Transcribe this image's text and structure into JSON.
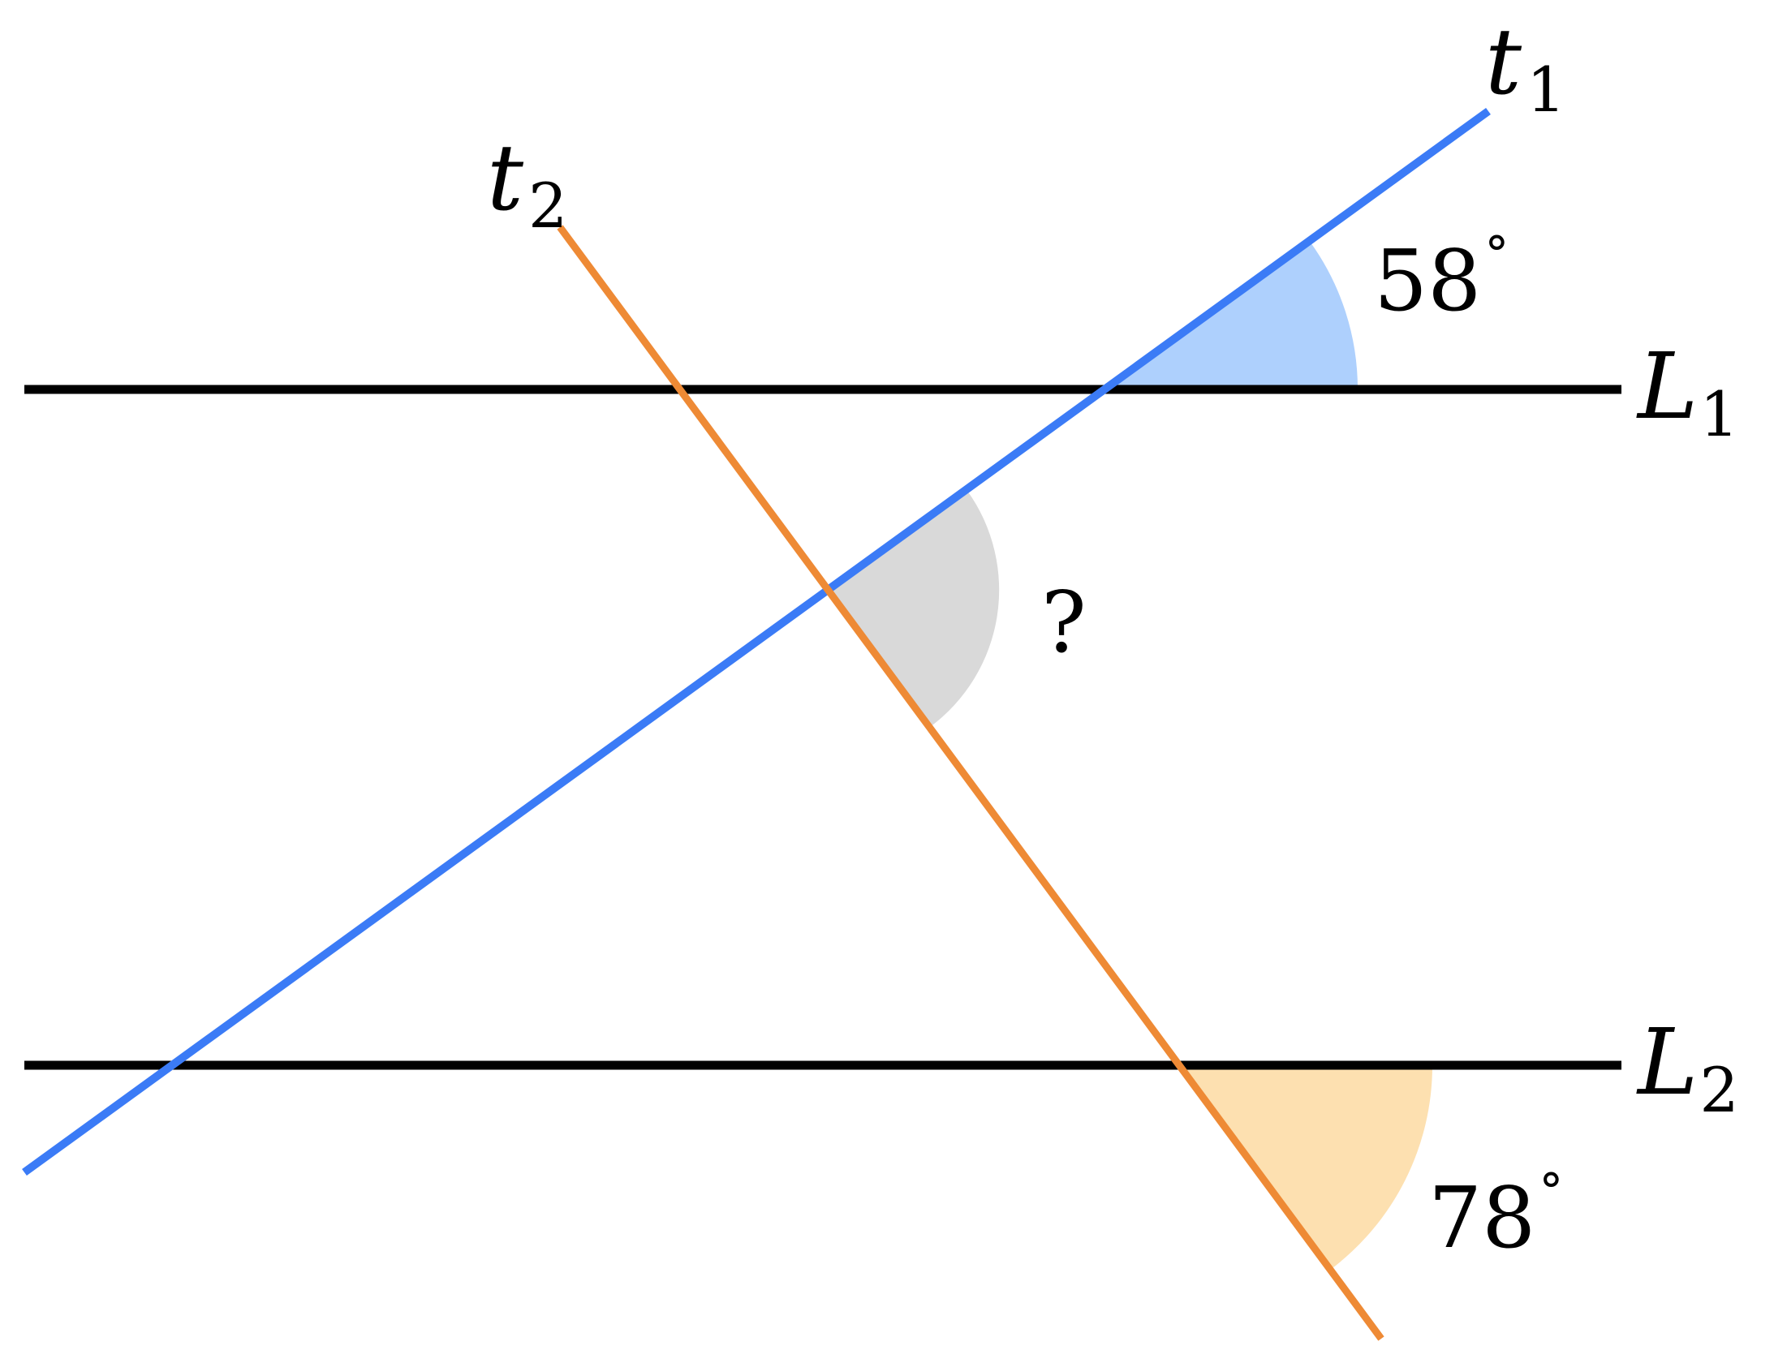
{
  "labels": {
    "t1": {
      "main": "t",
      "sub": "1"
    },
    "t2": {
      "main": "t",
      "sub": "2"
    },
    "L1": {
      "main": "L",
      "sub": "1"
    },
    "L2": {
      "main": "L",
      "sub": "2"
    }
  },
  "angles": {
    "top": {
      "value": "58",
      "degree": "°"
    },
    "bottom": {
      "value": "78",
      "degree": "°"
    },
    "unknown": {
      "value": "?"
    }
  },
  "colors": {
    "parallel_lines": "#000000",
    "t1": "#3b7bf6",
    "t2": "#ee8a35",
    "angle_top_fill": "#aed0fd",
    "angle_bottom_fill": "#fde0b0",
    "angle_unknown_fill": "#d9d9d9"
  }
}
